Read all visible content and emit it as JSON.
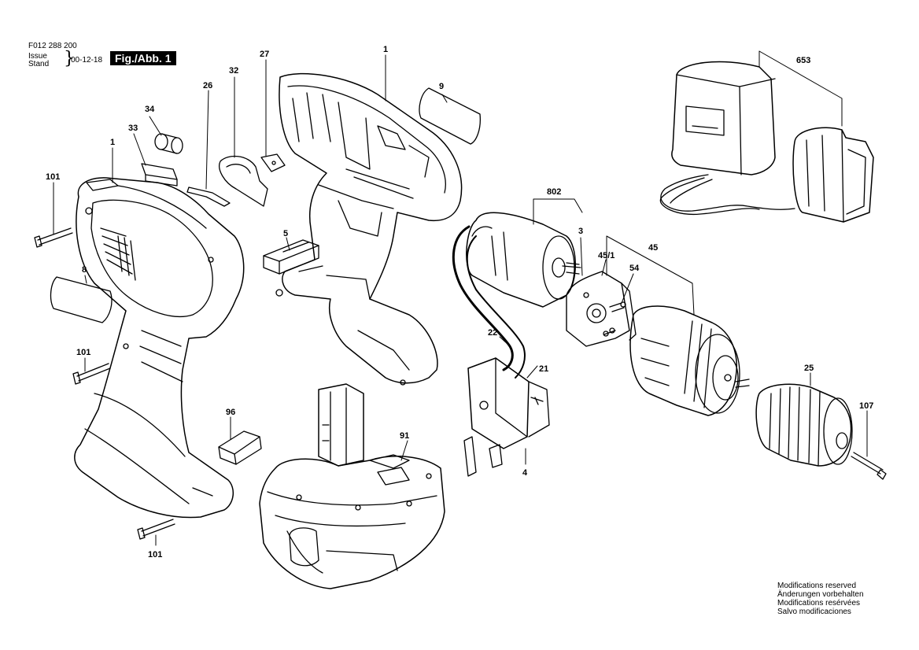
{
  "header": {
    "code": "F012 288 200",
    "issue": "Issue",
    "stand": "Stand",
    "date": "00-12-18",
    "figure": "Fig./Abb. 1"
  },
  "labels": {
    "p1a": "1",
    "p1b": "1",
    "p3": "3",
    "p4": "4",
    "p5": "5",
    "p8": "8",
    "p9": "9",
    "p21": "21",
    "p22": "22",
    "p25": "25",
    "p26": "26",
    "p27": "27",
    "p32": "32",
    "p33": "33",
    "p34": "34",
    "p45": "45",
    "p45_1": "45/1",
    "p54": "54",
    "p91": "91",
    "p96": "96",
    "p101a": "101",
    "p101b": "101",
    "p101c": "101",
    "p107": "107",
    "p653": "653",
    "p802": "802"
  },
  "notes": [
    "Modifications reserved",
    "Änderungen vorbehalten",
    "Modifications resérvées",
    "Salvo modificaciones"
  ]
}
